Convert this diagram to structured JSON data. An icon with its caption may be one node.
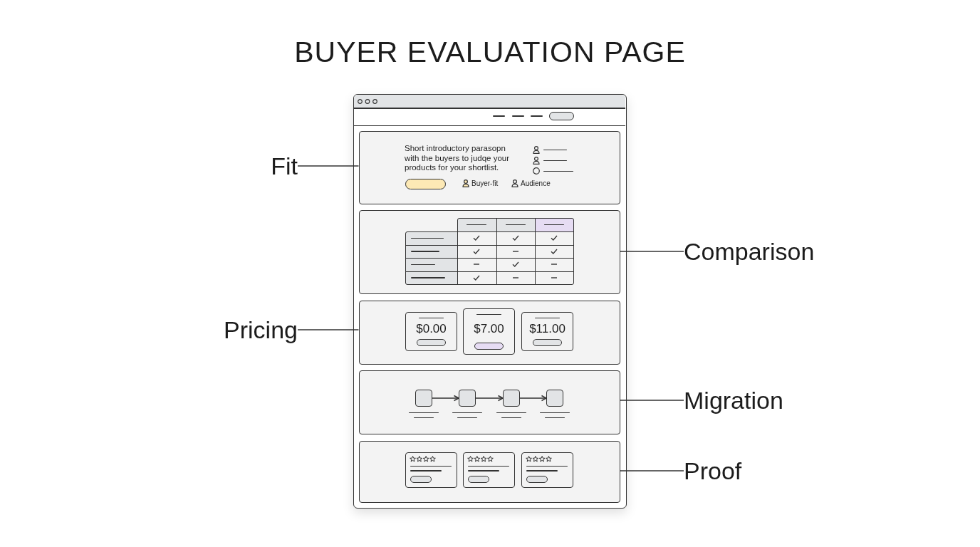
{
  "diagram": {
    "title": "BUYER EVALUATION PAGE",
    "nodes": [
      {
        "text": [],
        "shape": "box"
      },
      {
        "text": [
          "Short introductory parasopn with the buyers to judqe your products for your shortlist.",
          "Buyer-fit",
          "Audience"
        ],
        "in": 0
      },
      {
        "text": [],
        "shape": "box",
        "in": 0
      },
      {
        "text": [],
        "shape": "box",
        "in": 0
      },
      {
        "text": [
          "$0.00"
        ],
        "in": 3
      },
      {
        "text": [
          "$7.00"
        ],
        "in": 3
      },
      {
        "text": [
          "$11.00"
        ],
        "in": 3
      },
      {
        "text": [],
        "shape": "box",
        "in": 0
      },
      {
        "text": [],
        "shape": "box",
        "in": 7
      },
      {
        "text": [],
        "shape": "box",
        "in": 7
      },
      {
        "text": [],
        "shape": "box",
        "in": 7
      },
      {
        "text": [],
        "shape": "box",
        "in": 7
      },
      {
        "text": [],
        "shape": "box",
        "in": 0
      },
      {
        "text": [],
        "shape": "box",
        "in": 12
      },
      {
        "text": [],
        "shape": "box",
        "in": 12
      },
      {
        "text": [],
        "shape": "box",
        "in": 12
      },
      {
        "text": [
          "Fit"
        ]
      },
      {
        "text": [
          "Comparison"
        ]
      },
      {
        "text": [
          "Pricing"
        ]
      },
      {
        "text": [
          "Migration"
        ]
      },
      {
        "text": [
          "Proof"
        ]
      }
    ],
    "edges": [
      {
        "from": 16,
        "to": 1,
        "arrow": "none"
      },
      {
        "from": 17,
        "to": 2,
        "arrow": "none"
      },
      {
        "from": 18,
        "to": 3,
        "arrow": "none"
      },
      {
        "from": 8,
        "to": 9,
        "arrow": "to"
      },
      {
        "from": 9,
        "to": 10,
        "arrow": "to"
      },
      {
        "from": 10,
        "to": 11,
        "arrow": "to"
      },
      {
        "from": 19,
        "to": 7,
        "arrow": "none"
      },
      {
        "from": 20,
        "to": 12,
        "arrow": "none"
      }
    ]
  }
}
